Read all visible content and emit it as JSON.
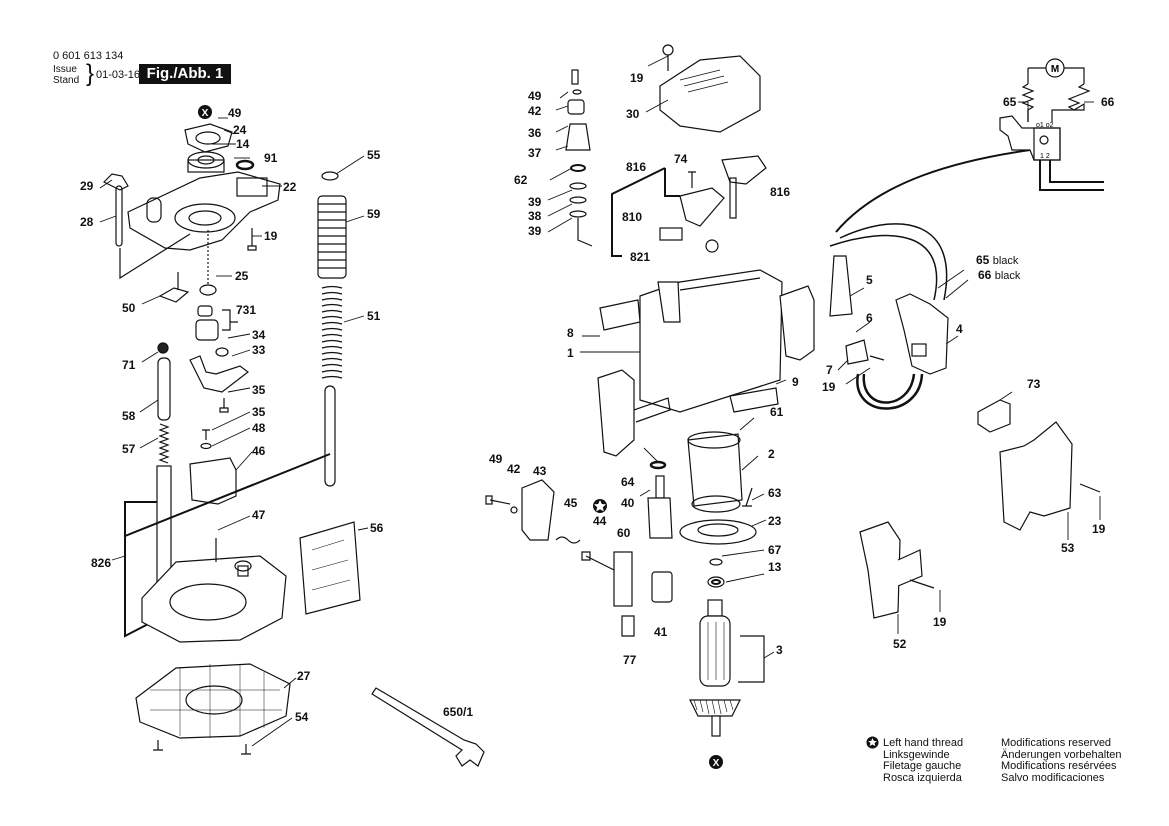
{
  "header": {
    "part_number": "0 601 613 134",
    "issue_label_en": "Issue",
    "issue_label_de": "Stand",
    "issue_date": "01-03-16",
    "figure_label": "Fig./Abb. 1"
  },
  "legend": {
    "left_hand_thread": [
      "Left hand thread",
      "Linksgewinde",
      "Filetage gauche",
      "Rosca izquierda"
    ],
    "modifications": [
      "Modifications reserved",
      "Änderungen vorbehalten",
      "Modifications resérvées",
      "Salvo modificaciones"
    ]
  },
  "wiring": {
    "motor_symbol": "M",
    "lead_left": "65",
    "lead_right": "66",
    "switch_top_terminals": "o1 o2",
    "switch_bottom_terminals": "1 2"
  },
  "part_labels": {
    "p49a": "49",
    "p24": "24",
    "p14": "14",
    "p91": "91",
    "p22": "22",
    "p29": "29",
    "p28": "28",
    "p19a": "19",
    "p25": "25",
    "p50": "50",
    "p731": "731",
    "p34": "34",
    "p33": "33",
    "p71": "71",
    "p35a": "35",
    "p58": "58",
    "p35b": "35",
    "p48": "48",
    "p57": "57",
    "p46": "46",
    "p47": "47",
    "p826": "826",
    "p56": "56",
    "p27": "27",
    "p54": "54",
    "p55": "55",
    "p59": "59",
    "p51": "51",
    "p19b": "19",
    "p30": "30",
    "p49b": "49",
    "p42a": "42",
    "p36": "36",
    "p37": "37",
    "p62": "62",
    "p39a": "39",
    "p38": "38",
    "p39b": "39",
    "p816a": "816",
    "p74": "74",
    "p816b": "816",
    "p810": "810",
    "p821": "821",
    "p8": "8",
    "p1": "1",
    "p9": "9",
    "p61": "61",
    "p2": "2",
    "p64": "64",
    "p40": "40",
    "p63": "63",
    "p23": "23",
    "p67": "67",
    "p13": "13",
    "p3": "3",
    "p49c": "49",
    "p42b": "42",
    "p43": "43",
    "p45": "45",
    "p44": "44",
    "p60": "60",
    "p41": "41",
    "p77": "77",
    "p650": "650/1",
    "p5": "5",
    "p6": "6",
    "p7": "7",
    "p19c": "19",
    "p4": "4",
    "p73": "73",
    "p19d": "19",
    "p53": "53",
    "p52": "52",
    "p19e": "19",
    "p65": "65",
    "p66": "66",
    "wire_color": "black",
    "x_marker": "X"
  }
}
